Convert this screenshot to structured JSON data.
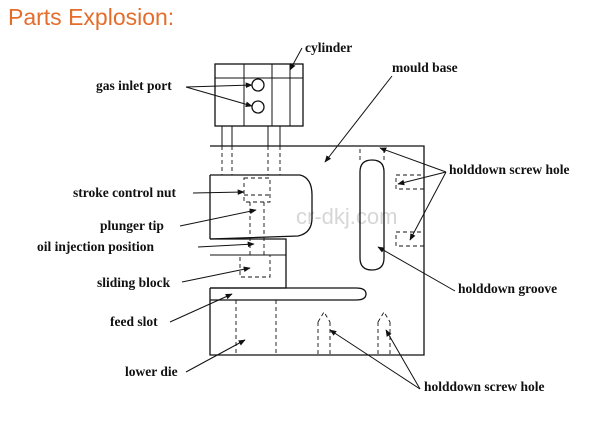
{
  "heading": "Parts Explosion:",
  "watermark": "cr-dkj.com",
  "labels": {
    "cylinder": "cylinder",
    "gas_inlet_port": "gas inlet port",
    "mould_base": "mould base",
    "stroke_control_nut": "stroke control nut",
    "holddown_screw_hole_top": "holddown screw hole",
    "plunger_tip": "plunger tip",
    "oil_injection_position": "oil injection position",
    "sliding_block": "sliding block",
    "holddown_groove": "holddown groove",
    "feed_slot": "feed slot",
    "lower_die": "lower die",
    "holddown_screw_hole_bottom": "holddown screw hole"
  },
  "colors": {
    "heading": "#e46d2c",
    "line": "#111111",
    "watermark": "#c9c9c9"
  }
}
